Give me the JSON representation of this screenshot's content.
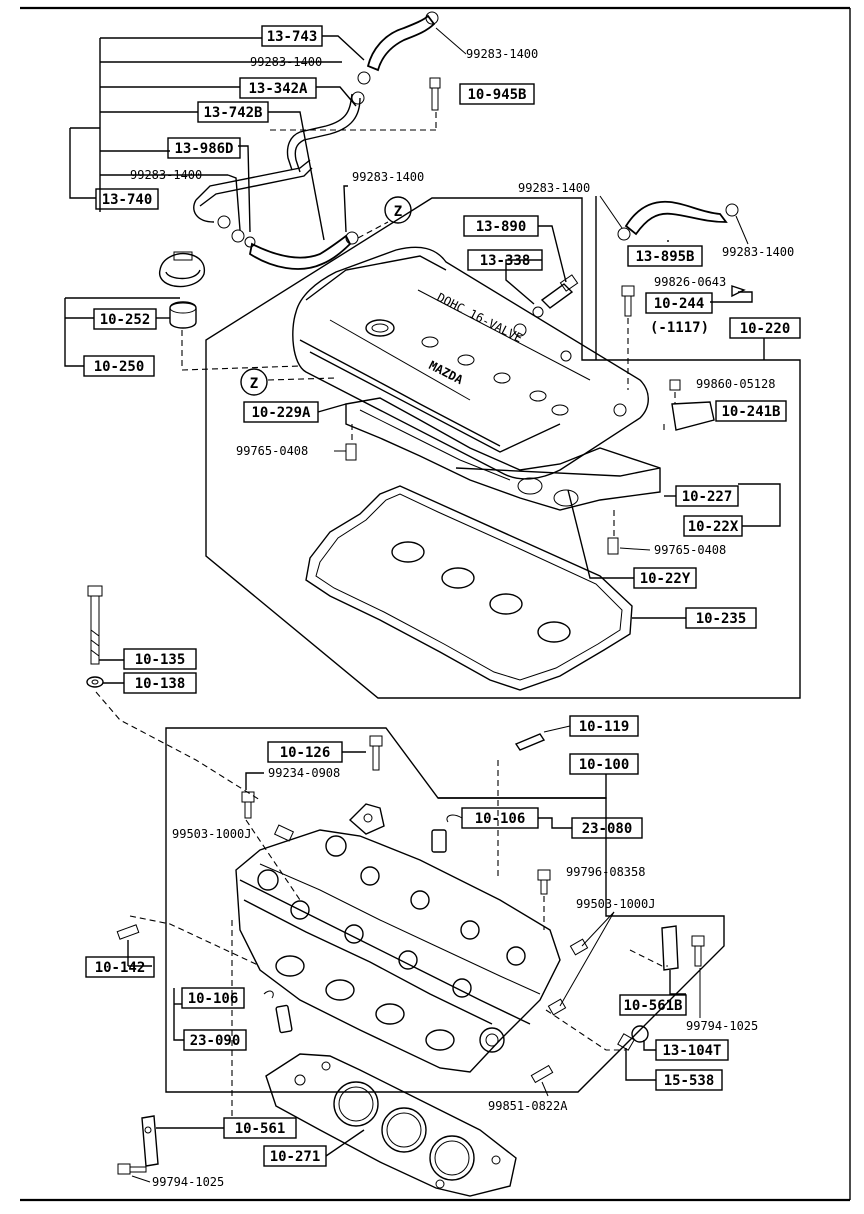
{
  "boxed_labels": {
    "b13_743": "13-743",
    "b13_342a": "13-342A",
    "b10_945b": "10-945B",
    "b13_742b": "13-742B",
    "b13_986d": "13-986D",
    "b13_740": "13-740",
    "b13_890": "13-890",
    "b13_338": "13-338",
    "b13_895b": "13-895B",
    "b10_244": "10-244",
    "b10_220": "10-220",
    "b10_252": "10-252",
    "b10_250": "10-250",
    "b10_229a": "10-229A",
    "b10_241b": "10-241B",
    "b10_227": "10-227",
    "b10_22x": "10-22X",
    "b10_22y": "10-22Y",
    "b10_235": "10-235",
    "b10_135": "10-135",
    "b10_138": "10-138",
    "b10_119": "10-119",
    "b10_126": "10-126",
    "b10_100": "10-100",
    "b10_106a": "10-106",
    "b23_080": "23-080",
    "b10_142": "10-142",
    "b10_106b": "10-106",
    "b23_090": "23-090",
    "b10_561b": "10-561B",
    "b13_104t": "13-104T",
    "b15_538": "15-538",
    "b10_561": "10-561",
    "b10_271": "10-271"
  },
  "part_numbers": {
    "p_1400_a": "99283-1400",
    "p_1400_b": "99283-1400",
    "p_1400_c": "99283-1400",
    "p_1400_d": "99283-1400",
    "p_1400_e": "99283-1400",
    "p_1400_f": "99283-1400",
    "p_0643": "99826-0643",
    "p_1117": "(-1117)",
    "p_05128": "99860-05128",
    "p_0408_a": "99765-0408",
    "p_0408_b": "99765-0408",
    "p_0908": "99234-0908",
    "p_1000j_a": "99503-1000J",
    "p_08358": "99796-08358",
    "p_1000j_b": "99503-1000J",
    "p_1025_a": "99794-1025",
    "p_0822a": "99851-0822A",
    "p_1025_b": "99794-1025"
  },
  "markers": {
    "z_upper": "Z",
    "z_lower": "Z"
  },
  "cover_text": {
    "dohc": "DOHC 16-VALVE",
    "brand": "MAZDA"
  }
}
